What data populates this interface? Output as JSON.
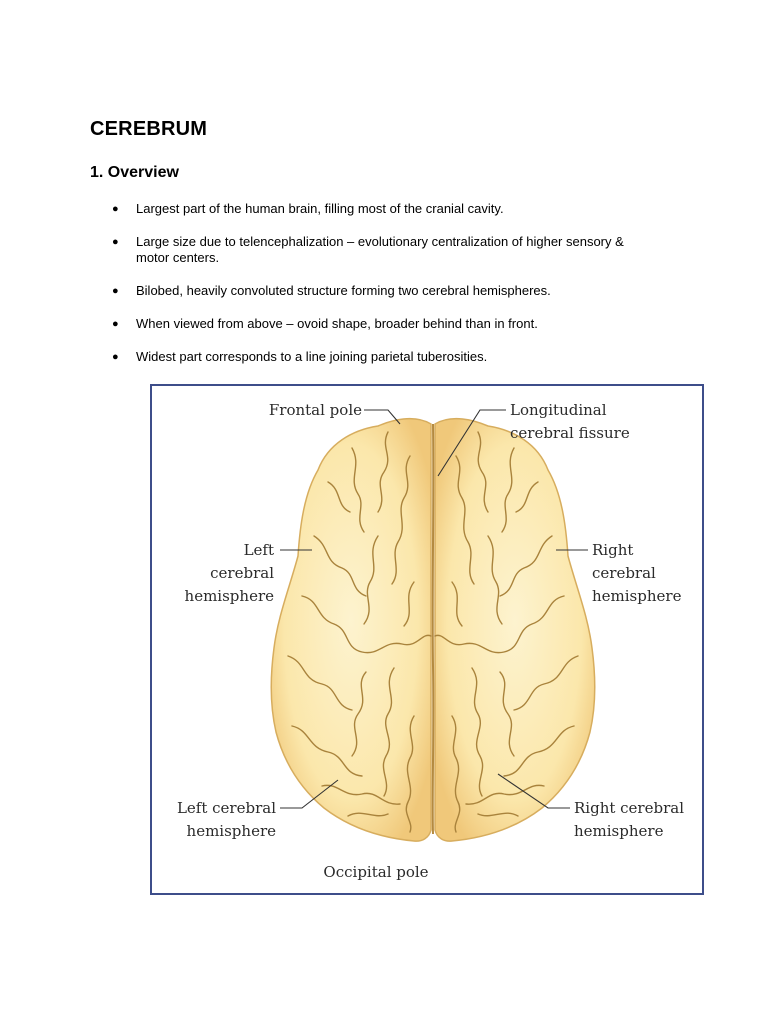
{
  "document": {
    "title": "CEREBRUM",
    "section_heading": "1. Overview",
    "bullet_symbol": "●",
    "bullets": [
      {
        "line1": "Largest part of the human brain, filling most of the cranial cavity.",
        "line2": ""
      },
      {
        "line1": "Large size due to telencephalization – evolutionary centralization of higher sensory &",
        "line2": "motor centers."
      },
      {
        "line1": "Bilobed, heavily convoluted structure forming two cerebral hemispheres.",
        "line2": ""
      },
      {
        "line1": "When viewed from above – ovoid shape, broader behind than in front.",
        "line2": ""
      },
      {
        "line1": "Widest part corresponds to a line joining parietal tuberosities.",
        "line2": ""
      }
    ]
  },
  "figure": {
    "labels": {
      "frontal_pole": "Frontal pole",
      "longitudinal_fissure_l1": "Longitudinal",
      "longitudinal_fissure_l2": "cerebral fissure",
      "left_hemisphere_l1": "Left",
      "left_hemisphere_l2": "cerebral",
      "left_hemisphere_l3": "hemisphere",
      "right_hemisphere_l1": "Right",
      "right_hemisphere_l2": "cerebral",
      "right_hemisphere_l3": "hemisphere",
      "left_hemisphere_lower_l1": "Left cerebral",
      "left_hemisphere_lower_l2": "hemisphere",
      "right_hemisphere_lower_l1": "Right cerebral",
      "right_hemisphere_lower_l2": "hemisphere",
      "occipital_pole": "Occipital pole"
    },
    "colors": {
      "frame_border": "#3d4d8a",
      "brain_fill_light": "#fdf0c4",
      "brain_fill_dark": "#f2cf85",
      "sulci": "#a9833c"
    }
  }
}
